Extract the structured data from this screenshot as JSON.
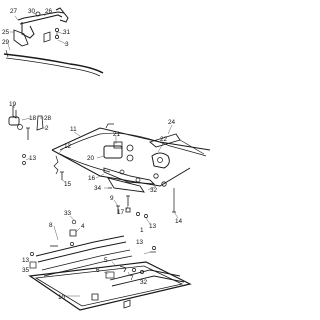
{
  "diagram": {
    "labels": {
      "p27": "27",
      "p30": "30",
      "p26": "26",
      "p25": "25",
      "p31": "31",
      "p3": "3",
      "p29": "29",
      "p19": "19",
      "p18": "18",
      "p28": "28",
      "p2": "2",
      "p13a": "13",
      "p12": "12",
      "p15": "15",
      "p11": "11",
      "p24": "24",
      "p21": "21",
      "p20": "20",
      "p16": "16",
      "p22": "22",
      "p9": "9",
      "p34": "34",
      "p17": "17",
      "p13b": "13",
      "p13c": "13",
      "p32": "32",
      "p14": "14",
      "p33": "33",
      "p4": "4",
      "p8": "8",
      "p13d": "13",
      "p1": "1",
      "p35": "35",
      "p6": "6",
      "p5": "5",
      "p7": "7",
      "p32b": "32",
      "p10": "10"
    }
  }
}
